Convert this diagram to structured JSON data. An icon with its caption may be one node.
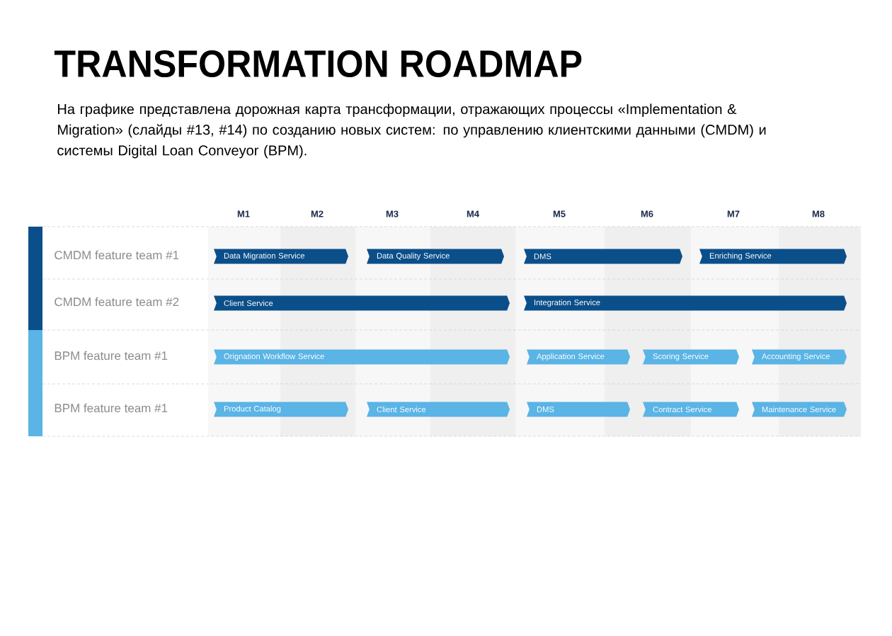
{
  "diagram": {
    "title": "TRANSFORMATION ROADMAP",
    "caption": "На графике представлена дорожная карта трансформации, отражающих процессы «Implementation & Migration» (слайды #13, #14) по созданию новых систем: по управлению клиентскими данными (CMDM) и системы Digital Loan Conveyor (BPM).",
    "nodes": [
      {
        "text": [
          "Data Migration Service"
        ]
      },
      {
        "text": [
          "Data Quality Service"
        ]
      },
      {
        "text": [
          "DMS"
        ]
      },
      {
        "text": [
          "Enriching Service"
        ]
      },
      {
        "text": [
          "Client Service"
        ]
      },
      {
        "text": [
          "Integration Service"
        ]
      },
      {
        "text": [
          "Orignation Workflow Service"
        ]
      },
      {
        "text": [
          "Application Service"
        ]
      },
      {
        "text": [
          "Scoring Service"
        ]
      },
      {
        "text": [
          "Accounting Service"
        ]
      },
      {
        "text": [
          "Product Catalog"
        ]
      },
      {
        "text": [
          "Client Service"
        ]
      },
      {
        "text": [
          "DMS"
        ]
      },
      {
        "text": [
          "Contract Service"
        ]
      },
      {
        "text": [
          "Maintenance Service"
        ]
      }
    ],
    "labels": [
      "M1",
      "M2",
      "M3",
      "M4",
      "M5",
      "M6",
      "M7",
      "M8",
      "CMDM feature team #1",
      "CMDM feature team #2",
      "BPM feature team #1",
      "BPM feature team #1"
    ]
  }
}
